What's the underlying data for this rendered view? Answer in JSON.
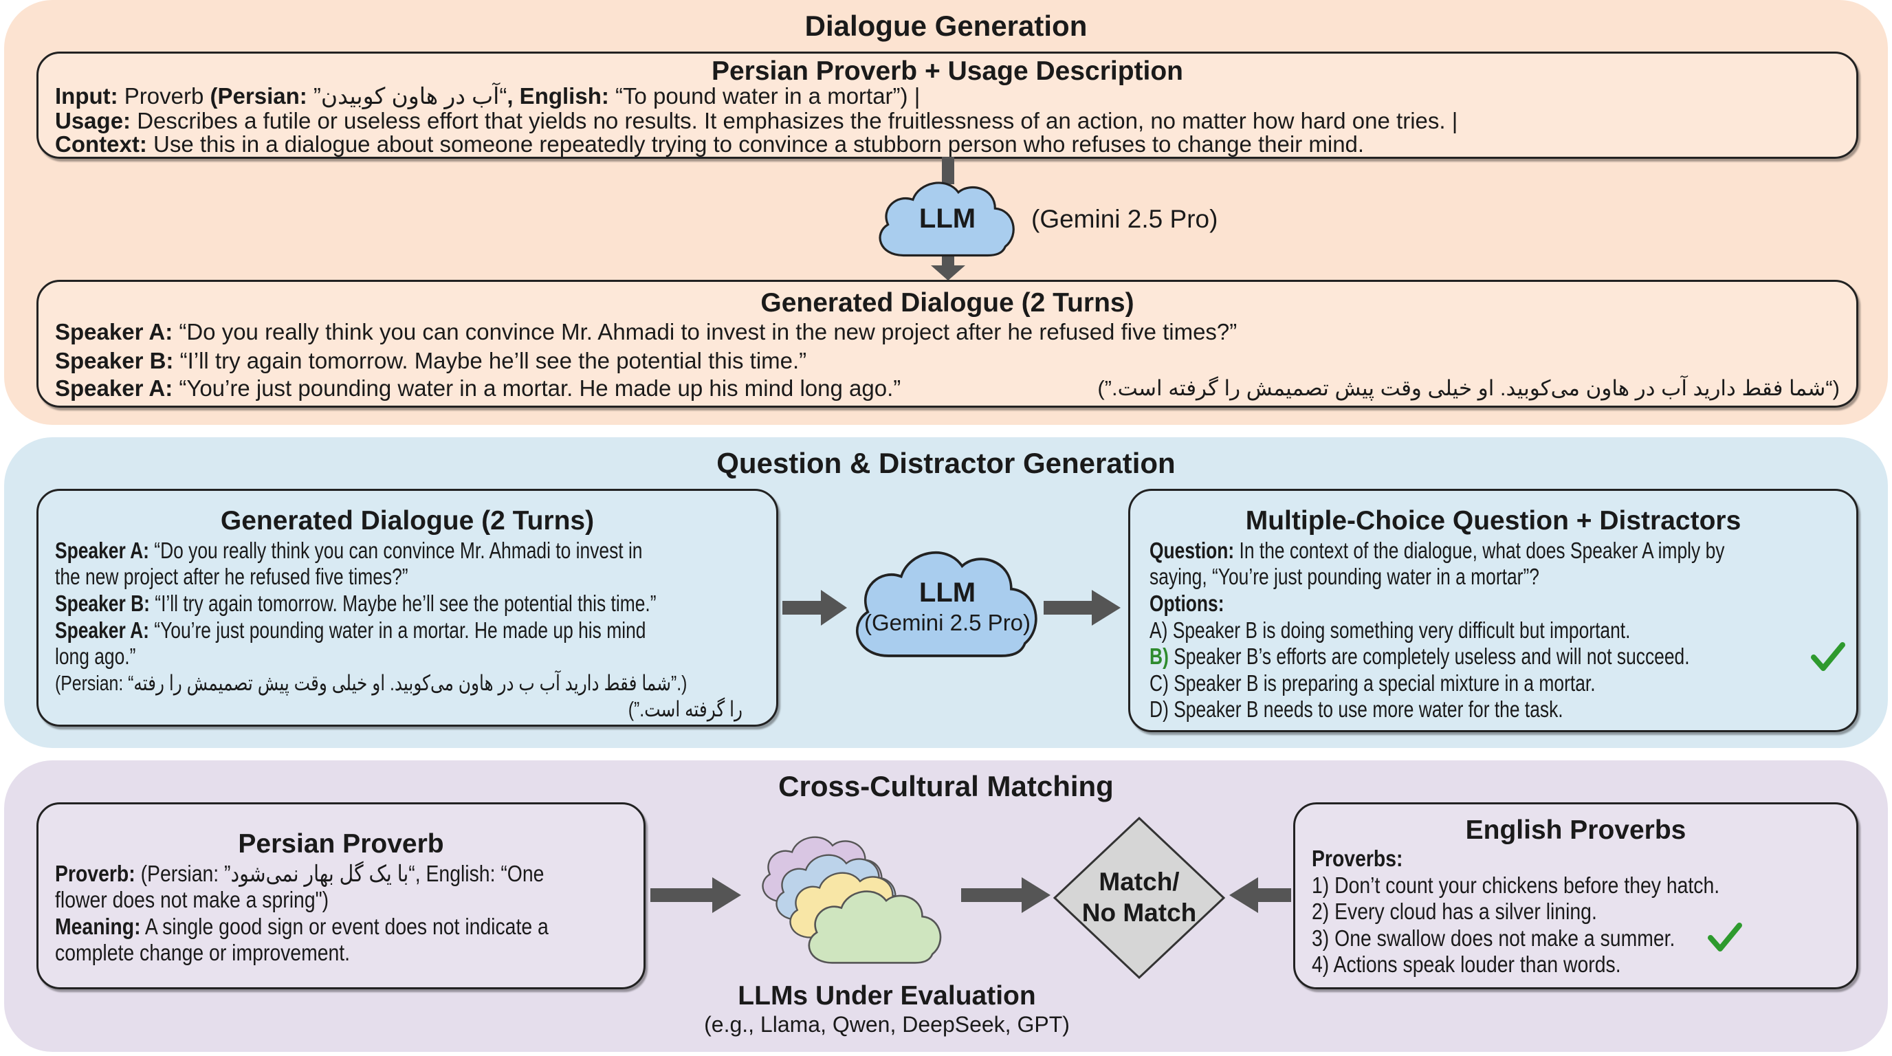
{
  "colors": {
    "stage1_bg": "#fce3d1",
    "stage2_bg": "#d8e9f2",
    "stage3_bg": "#e5deec",
    "cloud_blue": "#a9cdee",
    "check_green": "#2e9a2e",
    "arrow_gray": "#555555",
    "diamond_fill": "#d6d6d6"
  },
  "stage1": {
    "title": "Dialogue Generation",
    "input_box": {
      "title": "Persian Proverb + Usage Description",
      "input_label": "Input:",
      "input_text1": " Proverb ",
      "persian_label": "(Persian: ",
      "persian_value": "“آب در هاون کوبیدن”",
      "english_label": ", English: ",
      "english_value": "“To pound water in a mortar”) |",
      "usage_label": "Usage:",
      "usage_text": " Describes a futile or useless effort that yields no results. It emphasizes the fruitlessness of an action, no matter how hard one tries. |",
      "context_label": "Context:",
      "context_text": " Use this in a dialogue about someone repeatedly trying to convince a stubborn person who refuses to change their mind."
    },
    "llm": {
      "label": "LLM",
      "model": "(Gemini 2.5 Pro)",
      "icon": "cloud-icon"
    },
    "output_box": {
      "title": "Generated Dialogue (2 Turns)",
      "turns": [
        {
          "speaker": "Speaker A:",
          "text": " “Do you really think you can convince Mr. Ahmadi to invest in the new project after he refused five times?”"
        },
        {
          "speaker": "Speaker B:",
          "text": " “I’ll try again tomorrow. Maybe he’ll see the potential this time.”"
        },
        {
          "speaker": "Speaker A:",
          "text": " “You’re just pounding water in a mortar. He made up his mind long ago.”"
        }
      ],
      "persian_translation": "(“شما فقط دارید آب در هاون می‌کوبید. او خیلی وقت پیش تصمیمش را گرفته است.”)"
    }
  },
  "stage2": {
    "title": "Question & Distractor Generation",
    "dialogue_box": {
      "title": "Generated Dialogue (2 Turns)",
      "l1_speaker": "Speaker A:",
      "l1_text": " “Do you really think you can convince Mr. Ahmadi to invest in",
      "l2_text": "the new project after he refused five times?”",
      "l3_speaker": "Speaker B:",
      "l3_text": " “I’ll try again tomorrow. Maybe he’ll see the potential this time.”",
      "l4_speaker": "Speaker A:",
      "l4_text": " “You’re just pounding water in a mortar. He made up his mind",
      "l5_text": "long ago.”",
      "l6_text": "(Persian: “شما فقط دارید آب ب در هاون می‌کوبید. او خیلی وقت پیش تصمیمش را رفته”.)",
      "l7_text": "را گرفته است.”)"
    },
    "llm": {
      "label": "LLM",
      "model": "(Gemini 2.5 Pro)",
      "icon": "cloud-icon"
    },
    "mcq_box": {
      "title": "Multiple-Choice Question + Distractors",
      "question_label": "Question:",
      "question_text1": " In the context of the dialogue, what does Speaker A imply by",
      "question_text2": "saying, “You’re just pounding water in a mortar”?",
      "options_label": "Options:",
      "options": [
        {
          "letter": "A)",
          "text": " Speaker B is doing something very difficult but important.",
          "correct": false
        },
        {
          "letter": "B)",
          "text": " Speaker B’s efforts are completely useless and will not succeed.",
          "correct": true
        },
        {
          "letter": "C)",
          "text": " Speaker B is preparing a special mixture in a mortar.",
          "correct": false
        },
        {
          "letter": "D)",
          "text": " Speaker B needs to use more water for the task.",
          "correct": false
        }
      ]
    }
  },
  "stage3": {
    "title": "Cross-Cultural Matching",
    "persian_box": {
      "title": "Persian Proverb",
      "proverb_label": "Proverb:",
      "proverb_text1a": " (Persian: ",
      "proverb_persian": "“با یک گل بهار نمی‌شود”",
      "proverb_text1b": ", English: “One",
      "proverb_text2": "flower does not make a spring\")",
      "meaning_label": "Meaning:",
      "meaning_text1": " A single good sign or event does not indicate a",
      "meaning_text2": "complete change or improvement."
    },
    "llms": {
      "title": "LLMs Under Evaluation",
      "subtitle": "(e.g., Llama, Qwen, DeepSeek, GPT)",
      "cloud_colors": [
        "#d9c6e3",
        "#bcd3ea",
        "#f8e6a6",
        "#cfe5bf"
      ]
    },
    "decision": {
      "line1": "Match/",
      "line2": "No Match"
    },
    "english_box": {
      "title": "English Proverbs",
      "proverbs_label": "Proverbs:",
      "items": [
        {
          "text": "1) Don’t count your chickens before they hatch.",
          "correct": false
        },
        {
          "text": "2) Every cloud has a silver lining.",
          "correct": false
        },
        {
          "text": "3) One swallow does not make a summer.",
          "correct": true
        },
        {
          "text": "4) Actions speak louder than words.",
          "correct": false
        }
      ]
    }
  }
}
